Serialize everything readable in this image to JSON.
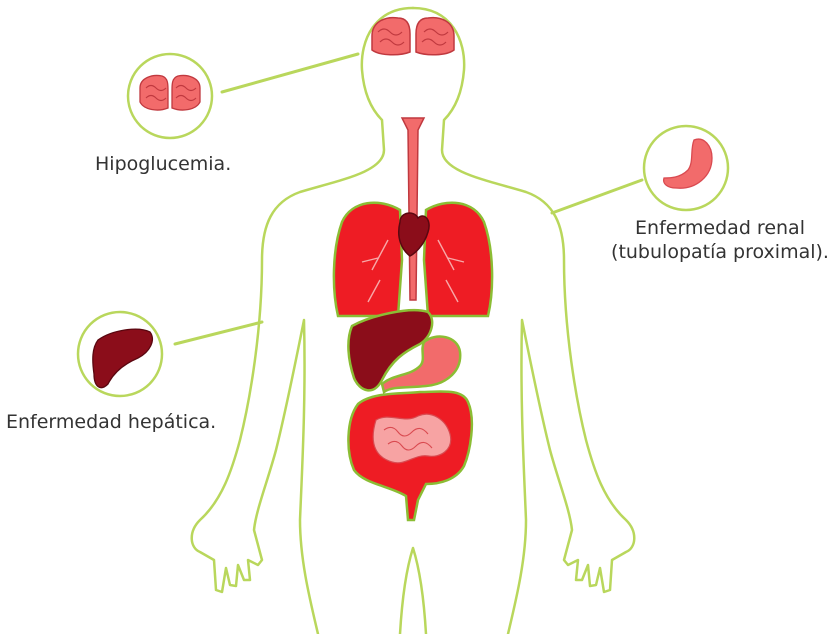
{
  "callouts": {
    "brain": {
      "label": "Hipoglucemia."
    },
    "kidney": {
      "line1": "Enfermedad renal",
      "line2": "(tubulopatía proximal)."
    },
    "liver": {
      "label": "Enfermedad hepática."
    }
  },
  "colors": {
    "outline": "#b9d75c",
    "organ_red": "#ee1c24",
    "organ_dark": "#8b0d1a",
    "organ_pink": "#f26b6b",
    "text": "#333333"
  },
  "icons": [
    "brain-icon",
    "stomach-icon",
    "liver-icon"
  ]
}
